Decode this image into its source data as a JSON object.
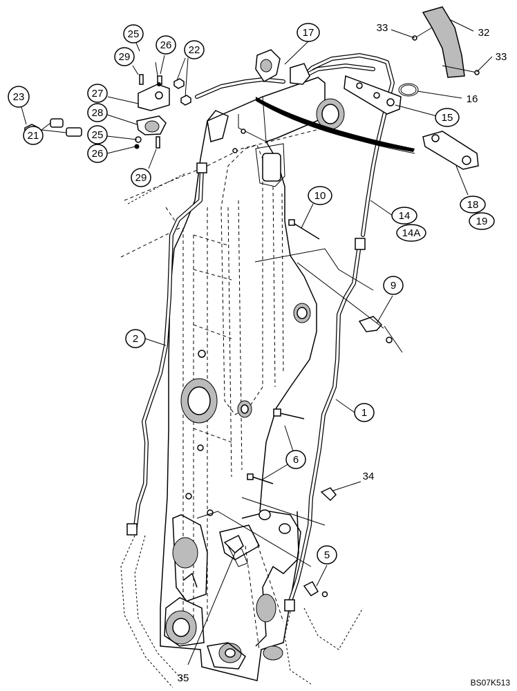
{
  "diagram": {
    "reference_code": "BS07K513",
    "callouts": [
      {
        "id": "c17",
        "text": "17",
        "circled": true
      },
      {
        "id": "c25a",
        "text": "25",
        "circled": true
      },
      {
        "id": "c26a",
        "text": "26",
        "circled": true
      },
      {
        "id": "c29a",
        "text": "29",
        "circled": true
      },
      {
        "id": "c22",
        "text": "22",
        "circled": true
      },
      {
        "id": "c27",
        "text": "27",
        "circled": true
      },
      {
        "id": "c28",
        "text": "28",
        "circled": true
      },
      {
        "id": "c23",
        "text": "23",
        "circled": true
      },
      {
        "id": "c21",
        "text": "21",
        "circled": true
      },
      {
        "id": "c25b",
        "text": "25",
        "circled": true
      },
      {
        "id": "c26b",
        "text": "26",
        "circled": true
      },
      {
        "id": "c29b",
        "text": "29",
        "circled": true
      },
      {
        "id": "c33a",
        "text": "33",
        "circled": false
      },
      {
        "id": "c32",
        "text": "32",
        "circled": false
      },
      {
        "id": "c33b",
        "text": "33",
        "circled": false
      },
      {
        "id": "c16",
        "text": "16",
        "circled": false
      },
      {
        "id": "c15",
        "text": "15",
        "circled": true
      },
      {
        "id": "c10",
        "text": "10",
        "circled": true
      },
      {
        "id": "c14",
        "text": "14",
        "circled": true
      },
      {
        "id": "c14a",
        "text": "14A",
        "circled": true
      },
      {
        "id": "c18",
        "text": "18",
        "circled": true
      },
      {
        "id": "c19",
        "text": "19",
        "circled": true
      },
      {
        "id": "c9",
        "text": "9",
        "circled": true
      },
      {
        "id": "c2",
        "text": "2",
        "circled": true
      },
      {
        "id": "c1",
        "text": "1",
        "circled": true
      },
      {
        "id": "c6",
        "text": "6",
        "circled": true
      },
      {
        "id": "c34",
        "text": "34",
        "circled": false
      },
      {
        "id": "c5",
        "text": "5",
        "circled": true
      },
      {
        "id": "c35",
        "text": "35",
        "circled": false
      }
    ]
  }
}
